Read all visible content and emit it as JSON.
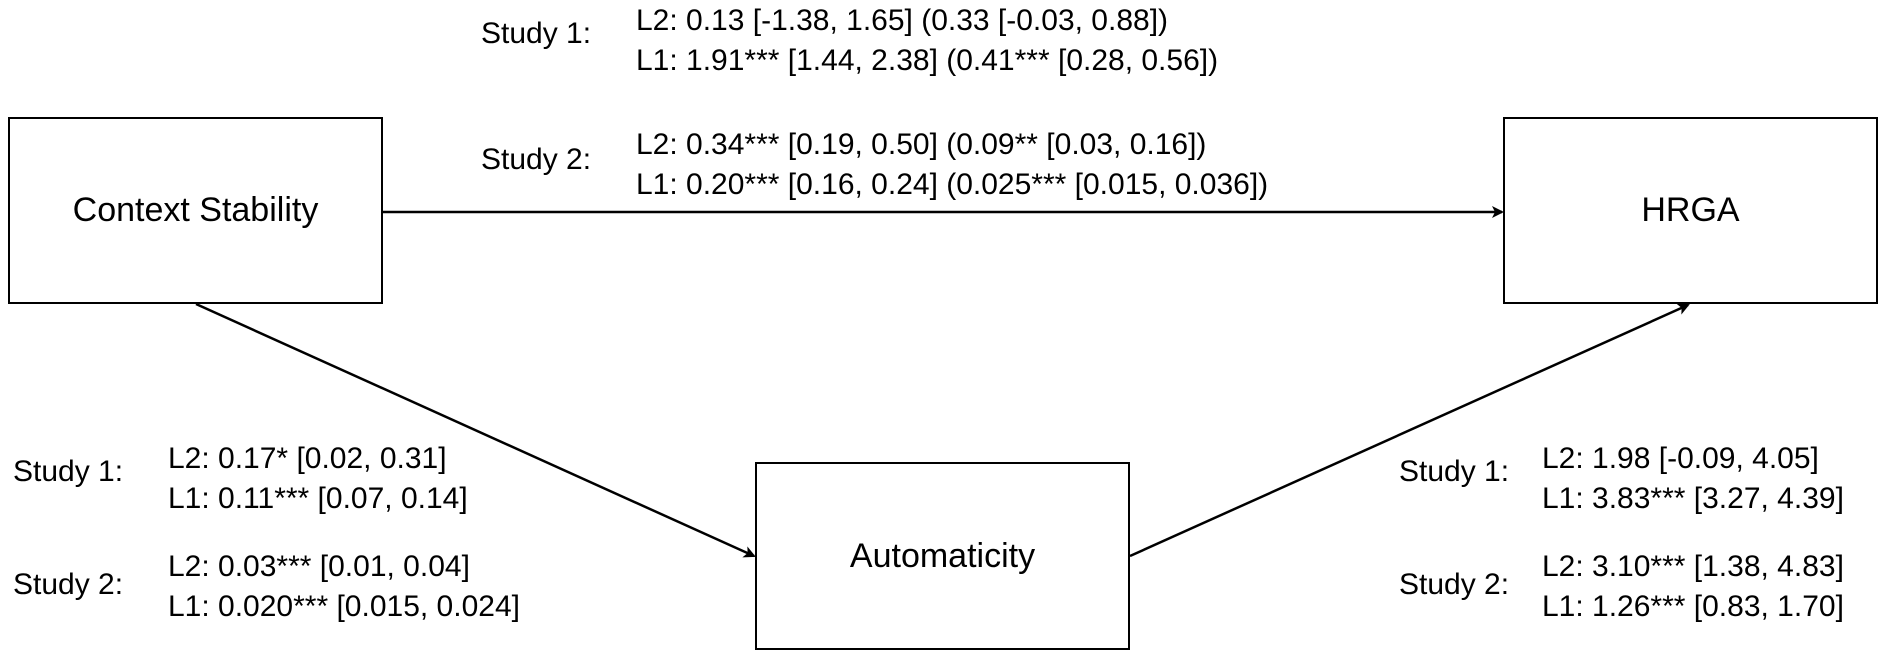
{
  "nodes": {
    "context_stability": "Context Stability",
    "hrga": "HRGA",
    "automaticity": "Automaticity"
  },
  "paths": {
    "direct": {
      "study1": {
        "label": "Study 1:",
        "l2": "L2: 0.13 [-1.38, 1.65] (0.33 [-0.03, 0.88])",
        "l1": "L1: 1.91*** [1.44, 2.38] (0.41*** [0.28, 0.56])"
      },
      "study2": {
        "label": "Study 2:",
        "l2": "L2: 0.34*** [0.19, 0.50] (0.09** [0.03, 0.16])",
        "l1": "L1: 0.20*** [0.16, 0.24] (0.025*** [0.015, 0.036])"
      }
    },
    "a_path": {
      "study1": {
        "label": "Study 1:",
        "l2": "L2: 0.17* [0.02, 0.31]",
        "l1": "L1: 0.11*** [0.07, 0.14]"
      },
      "study2": {
        "label": "Study 2:",
        "l2": "L2: 0.03*** [0.01, 0.04]",
        "l1": "L1: 0.020*** [0.015, 0.024]"
      }
    },
    "b_path": {
      "study1": {
        "label": "Study 1:",
        "l2": "L2: 1.98 [-0.09, 4.05]",
        "l1": "L1: 3.83*** [3.27, 4.39]"
      },
      "study2": {
        "label": "Study 2:",
        "l2": "L2: 3.10*** [1.38, 4.83]",
        "l1": "L1: 1.26*** [0.83, 1.70]"
      }
    }
  }
}
